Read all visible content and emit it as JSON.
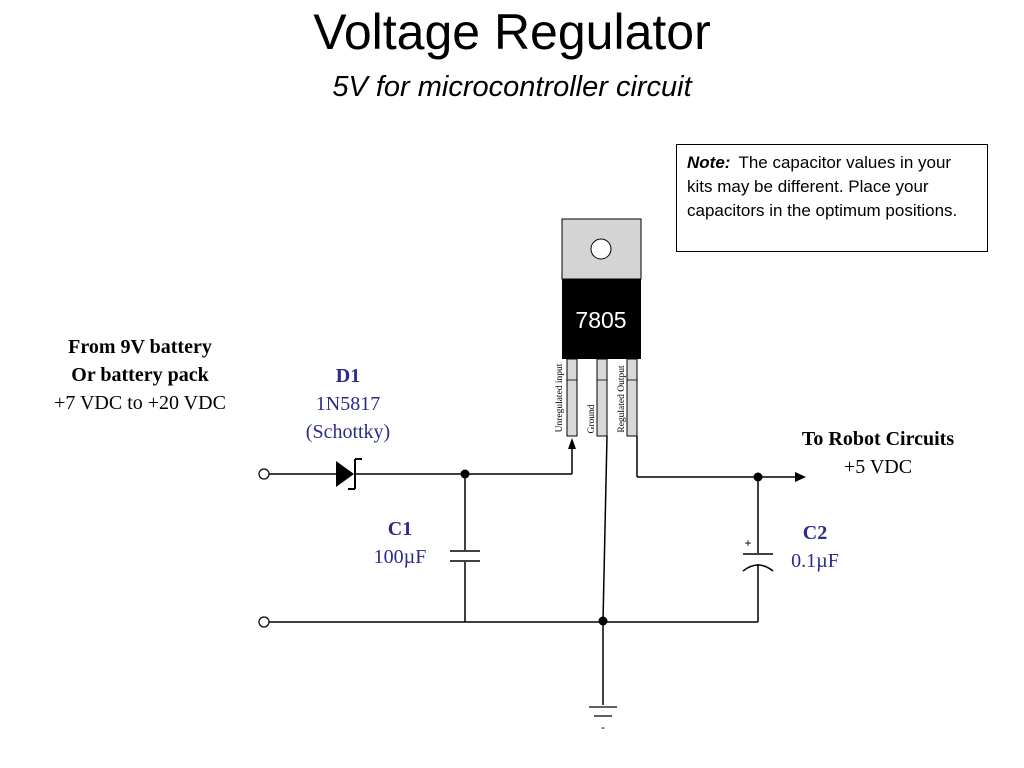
{
  "title": "Voltage Regulator",
  "subtitle": "5V for microcontroller circuit",
  "note": {
    "heading": "Note:",
    "text": "The capacitor values in your kits may be different.  Place your capacitors in the optimum positions."
  },
  "source": {
    "line1": "From 9V battery",
    "line2": "Or battery pack",
    "line3": "+7 VDC to +20 VDC"
  },
  "diode": {
    "ref": "D1",
    "part": "1N5817",
    "type": "(Schottky)"
  },
  "cap1": {
    "ref": "C1",
    "value": "100µF"
  },
  "cap2": {
    "ref": "C2",
    "value": "0.1µF",
    "polarity": "+"
  },
  "regulator": {
    "part": "7805",
    "pin_input": "Unregulated input",
    "pin_ground": "Ground",
    "pin_output": "Regulated Output"
  },
  "output": {
    "line1": "To Robot Circuits",
    "line2": "+5 VDC"
  },
  "ground_mark": "-",
  "colors": {
    "label_blue": "#2b2b8a",
    "ink": "#000000",
    "tab_gray": "#d4d4d4"
  }
}
